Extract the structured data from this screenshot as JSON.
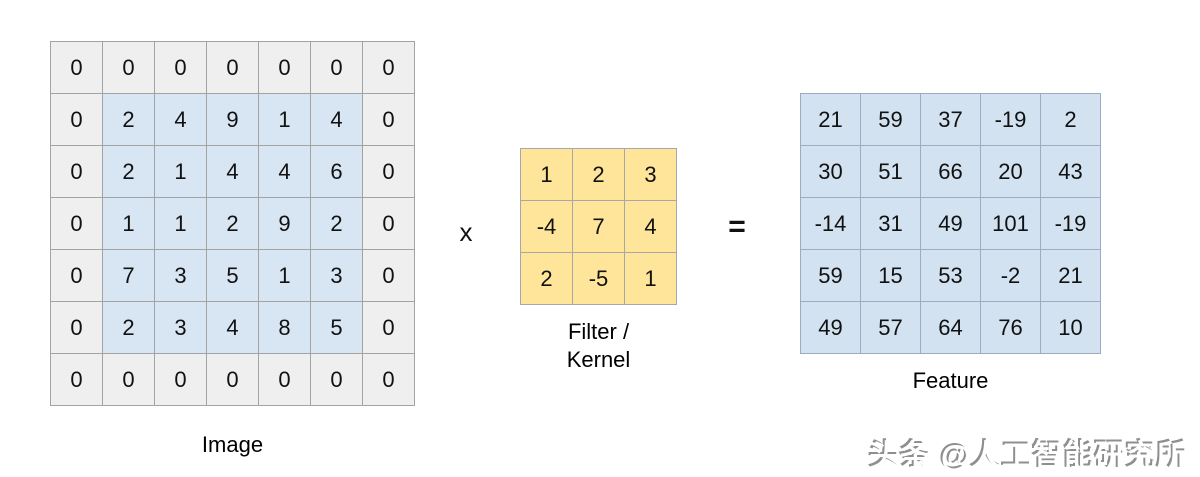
{
  "diagram": {
    "image": {
      "label": "Image",
      "rows": [
        [
          0,
          0,
          0,
          0,
          0,
          0,
          0
        ],
        [
          0,
          2,
          4,
          9,
          1,
          4,
          0
        ],
        [
          0,
          2,
          1,
          4,
          4,
          6,
          0
        ],
        [
          0,
          1,
          1,
          2,
          9,
          2,
          0
        ],
        [
          0,
          7,
          3,
          5,
          1,
          3,
          0
        ],
        [
          0,
          2,
          3,
          4,
          8,
          5,
          0
        ],
        [
          0,
          0,
          0,
          0,
          0,
          0,
          0
        ]
      ],
      "highlight": {
        "row_start": 1,
        "row_end": 5,
        "col_start": 1,
        "col_end": 5
      }
    },
    "operator_multiply": "x",
    "filter": {
      "label_line1": "Filter /",
      "label_line2": "Kernel",
      "rows": [
        [
          1,
          2,
          3
        ],
        [
          -4,
          7,
          4
        ],
        [
          2,
          -5,
          1
        ]
      ]
    },
    "operator_equals": "=",
    "feature": {
      "label": "Feature",
      "rows": [
        [
          21,
          59,
          37,
          -19,
          2
        ],
        [
          30,
          51,
          66,
          20,
          43
        ],
        [
          -14,
          31,
          49,
          101,
          -19
        ],
        [
          59,
          15,
          53,
          -2,
          21
        ],
        [
          49,
          57,
          64,
          76,
          10
        ]
      ]
    }
  },
  "watermark": {
    "text": "头条 @人工智能研究所"
  },
  "colors": {
    "image_cell_gray": "#efefef",
    "image_cell_blue": "#d8e6f4",
    "image_border": "#a3a3a3",
    "filter_cell_yellow": "#ffe59a",
    "filter_border": "#a8a8a8",
    "feature_cell_blue": "#d2e2f1",
    "feature_border": "#9cadc0",
    "text_black": "#111111",
    "watermark_gray": "#8f8f8f"
  }
}
